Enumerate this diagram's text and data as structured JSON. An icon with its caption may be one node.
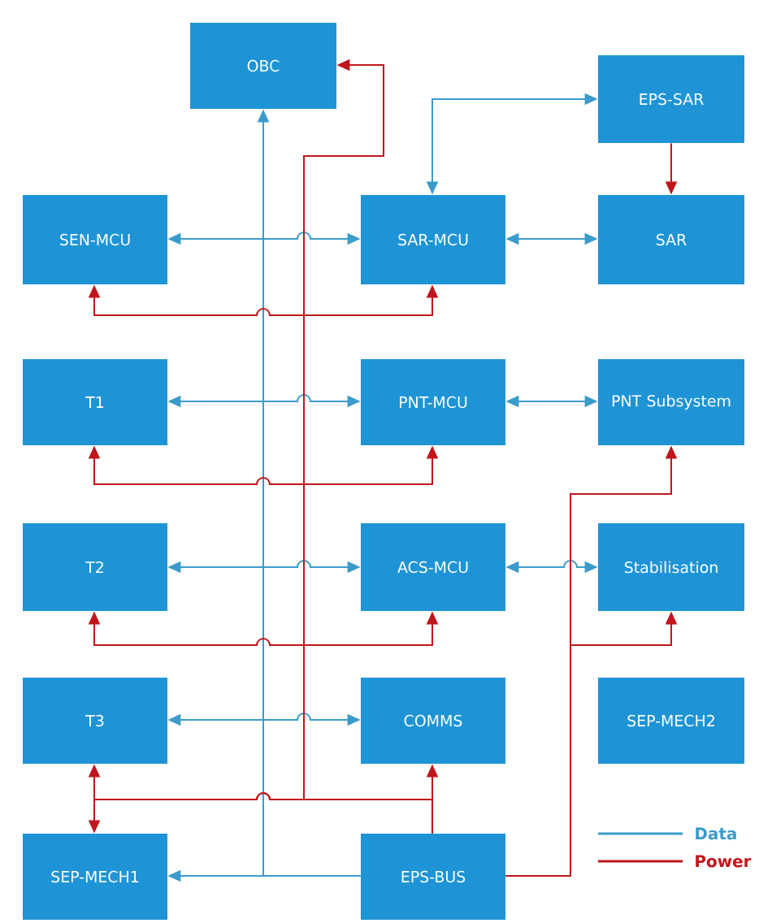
{
  "diagram": {
    "nodes": [
      {
        "text": [
          "OBC"
        ]
      },
      {
        "text": [
          "EPS-SAR"
        ]
      },
      {
        "text": [
          "SEN-MCU"
        ]
      },
      {
        "text": [
          "SAR-MCU"
        ]
      },
      {
        "text": [
          "SAR"
        ]
      },
      {
        "text": [
          "T1"
        ]
      },
      {
        "text": [
          "PNT-MCU"
        ]
      },
      {
        "text": [
          "PNT Subsystem"
        ]
      },
      {
        "text": [
          "T2"
        ]
      },
      {
        "text": [
          "ACS-MCU"
        ]
      },
      {
        "text": [
          "Stabilisation"
        ]
      },
      {
        "text": [
          "T3"
        ]
      },
      {
        "text": [
          "COMMS"
        ]
      },
      {
        "text": [
          "SEP-MECH2"
        ]
      },
      {
        "text": [
          "SEP-MECH1"
        ]
      },
      {
        "text": [
          "EPS-BUS"
        ]
      }
    ],
    "edges": [
      {
        "from": 2,
        "to": 3,
        "arrow": "both",
        "color": "#3b9bcb"
      },
      {
        "from": 3,
        "to": 4,
        "arrow": "both",
        "color": "#3b9bcb"
      },
      {
        "from": 1,
        "to": 3,
        "arrow": "both",
        "color": "#3b9bcb"
      },
      {
        "from": 5,
        "to": 6,
        "arrow": "both",
        "color": "#3b9bcb"
      },
      {
        "from": 6,
        "to": 7,
        "arrow": "both",
        "color": "#3b9bcb"
      },
      {
        "from": 8,
        "to": 9,
        "arrow": "both",
        "color": "#3b9bcb"
      },
      {
        "from": 9,
        "to": 10,
        "arrow": "both",
        "color": "#3b9bcb"
      },
      {
        "from": 11,
        "to": 12,
        "arrow": "both",
        "color": "#3b9bcb"
      },
      {
        "from": 15,
        "to": 14,
        "arrow": "to",
        "color": "#3b9bcb"
      },
      {
        "from": 15,
        "to": 0,
        "arrow": "to",
        "color": "#3b9bcb"
      },
      {
        "from": 1,
        "to": 4,
        "arrow": "to",
        "color": "#c0161c"
      },
      {
        "from": 15,
        "to": 12,
        "arrow": "to",
        "color": "#c0161c"
      },
      {
        "from": 15,
        "to": 0,
        "arrow": "to",
        "color": "#c0161c"
      },
      {
        "from": 15,
        "to": 2,
        "arrow": "to",
        "color": "#c0161c"
      },
      {
        "from": 15,
        "to": 3,
        "arrow": "to",
        "color": "#c0161c"
      },
      {
        "from": 15,
        "to": 5,
        "arrow": "to",
        "color": "#c0161c"
      },
      {
        "from": 15,
        "to": 6,
        "arrow": "to",
        "color": "#c0161c"
      },
      {
        "from": 15,
        "to": 8,
        "arrow": "to",
        "color": "#c0161c"
      },
      {
        "from": 15,
        "to": 9,
        "arrow": "to",
        "color": "#c0161c"
      },
      {
        "from": 15,
        "to": 11,
        "arrow": "to",
        "color": "#c0161c"
      },
      {
        "from": 15,
        "to": 14,
        "arrow": "to",
        "color": "#c0161c"
      },
      {
        "from": 15,
        "to": 7,
        "arrow": "to",
        "color": "#c0161c"
      },
      {
        "from": 15,
        "to": 10,
        "arrow": "to",
        "color": "#c0161c"
      }
    ],
    "legend": [
      {
        "text": "Data",
        "color": "#3b9bcb"
      },
      {
        "text": "Power",
        "color": "#c0161c"
      }
    ]
  }
}
